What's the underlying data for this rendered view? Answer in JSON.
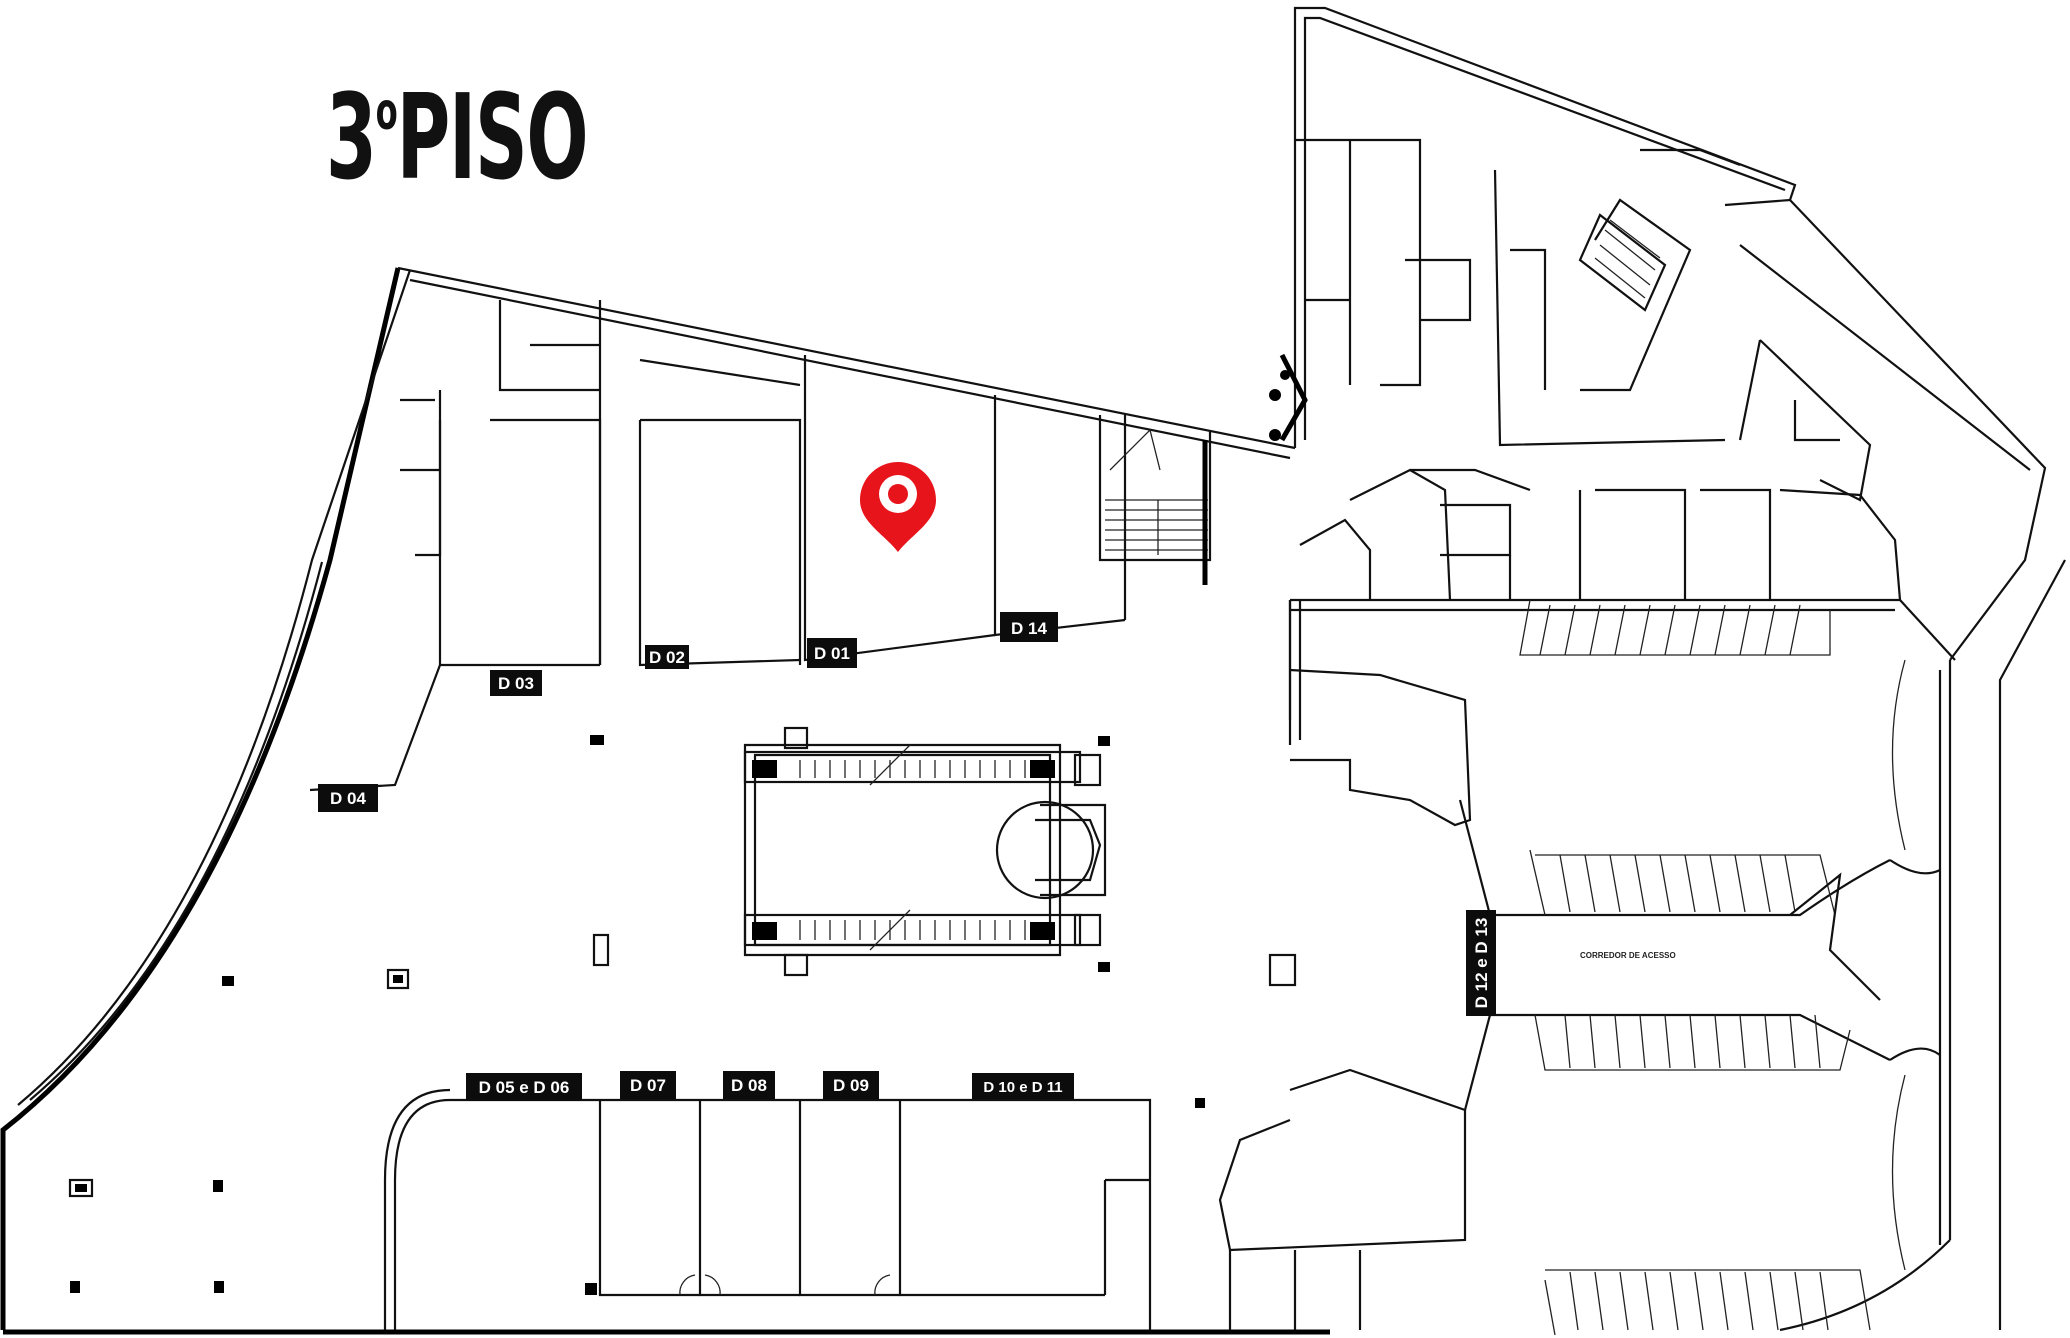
{
  "floor_title": {
    "main": "3",
    "sup": "o",
    "rest": "PISO"
  },
  "marker": {
    "icon": "location-pin-icon",
    "color": "#e8141c"
  },
  "stores": [
    {
      "id": "d01",
      "label": "D 01"
    },
    {
      "id": "d02",
      "label": "D 02"
    },
    {
      "id": "d03",
      "label": "D 03"
    },
    {
      "id": "d04",
      "label": "D 04"
    },
    {
      "id": "d14",
      "label": "D 14"
    },
    {
      "id": "d05-06",
      "label": "D 05 e D 06"
    },
    {
      "id": "d07",
      "label": "D 07"
    },
    {
      "id": "d08",
      "label": "D 08"
    },
    {
      "id": "d09",
      "label": "D 09"
    },
    {
      "id": "d10-11",
      "label": "D 10 e D 11"
    },
    {
      "id": "d12-13",
      "label": "D 12 e D 13"
    }
  ],
  "corridor_label": "CORREDOR DE ACESSO"
}
